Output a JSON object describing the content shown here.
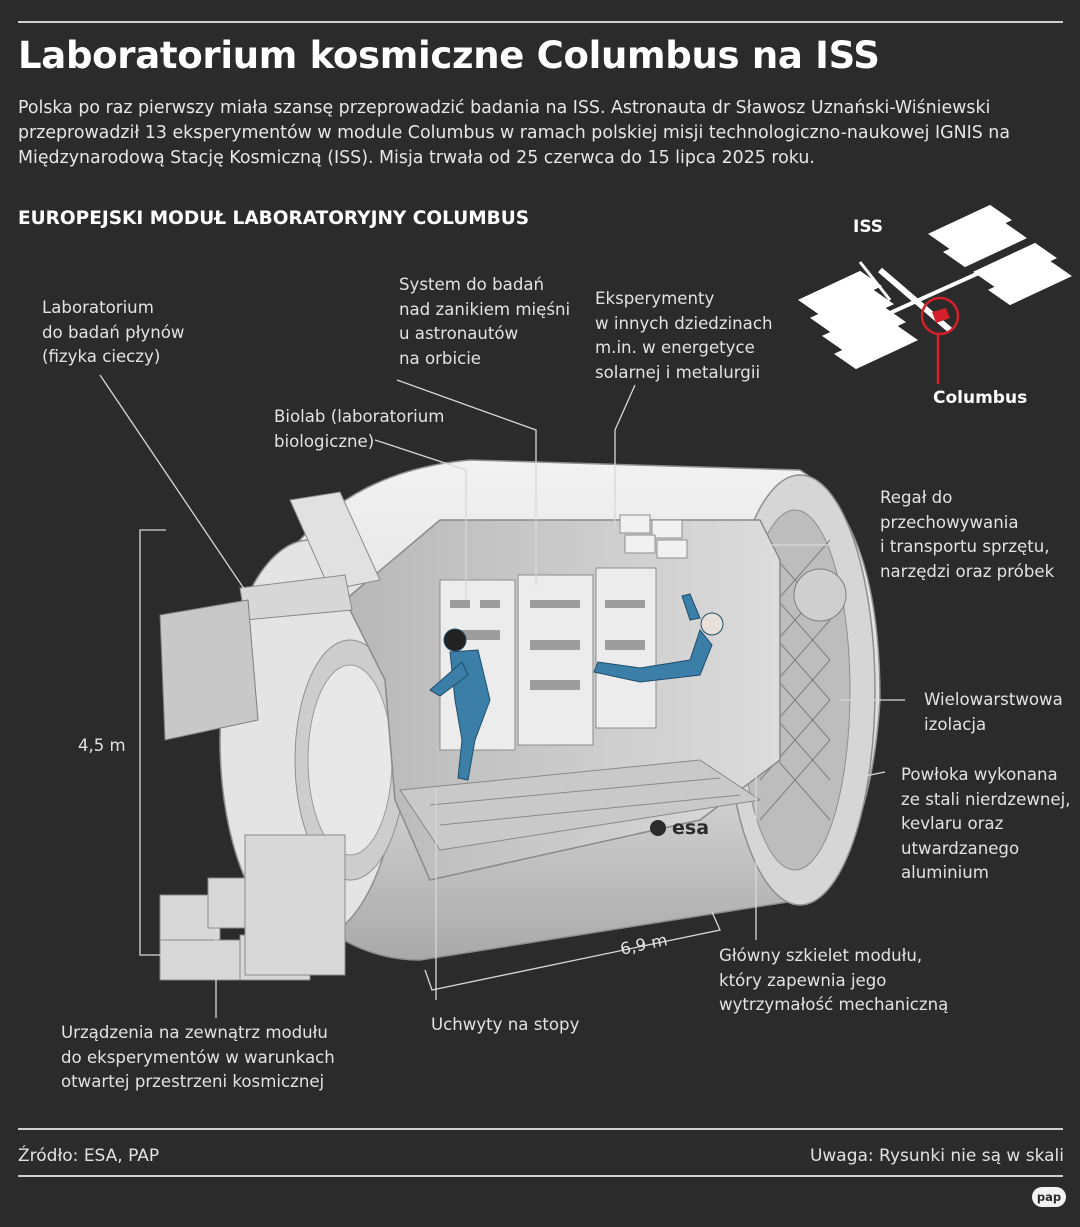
{
  "header": {
    "title": "Laboratorium kosmiczne Columbus na ISS",
    "intro": "Polska po raz pierwszy miała szansę przeprowadzić badania na ISS. Astronauta dr Sławosz Uznański-Wiśniewski przeprowadził 13 eksperymentów w module Columbus w ramach polskiej misji technologiczno-naukowej IGNIS na Międzynarodową Stację Kosmiczną (ISS). Misja trwała od 25 czerwca do 15 lipca 2025 roku."
  },
  "section_title": "EUROPEJSKI MODUŁ LABORATORYJNY COLUMBUS",
  "inset": {
    "iss_label": "ISS",
    "columbus_label": "Columbus",
    "highlight_color": "#d4202a"
  },
  "labels": {
    "fluid_lab": "Laboratorium\ndo badań płynów\n(fizyka cieczy)",
    "muscle_system": "System do badań\nnad zanikiem mięśni\nu astronautów\nna orbicie",
    "other_experiments": "Eksperymenty\nw innych dziedzinach\nm.in. w energetyce\nsolarnej i metalurgii",
    "biolab": "Biolab (laboratorium\nbiologiczne)",
    "storage_rack": "Regał do\nprzechowywania\ni transportu sprzętu,\nnarzędzi oraz próbek",
    "insulation": "Wielowarstwowa\nizolacja",
    "shell": "Powłoka wykonana\nze stali nierdzewnej,\nkevlaru oraz\nutwardzanego\naluminium",
    "main_frame": "Główny szkielet modułu,\nktóry zapewnia jego\nwytrzymałość mechaniczną",
    "foot_holds": "Uchwyty na stopy",
    "external_devices": "Urządzenia na zewnątrz modułu\ndo eksperymentów w warunkach\notwartej przestrzeni kosmicznej"
  },
  "dimensions": {
    "height": "4,5 m",
    "length": "6,9 m"
  },
  "module_logo": "esa",
  "footer": {
    "source": "Źródło: ESA, PAP",
    "note": "Uwaga: Rysunki nie są w skali",
    "logo": "pap"
  }
}
